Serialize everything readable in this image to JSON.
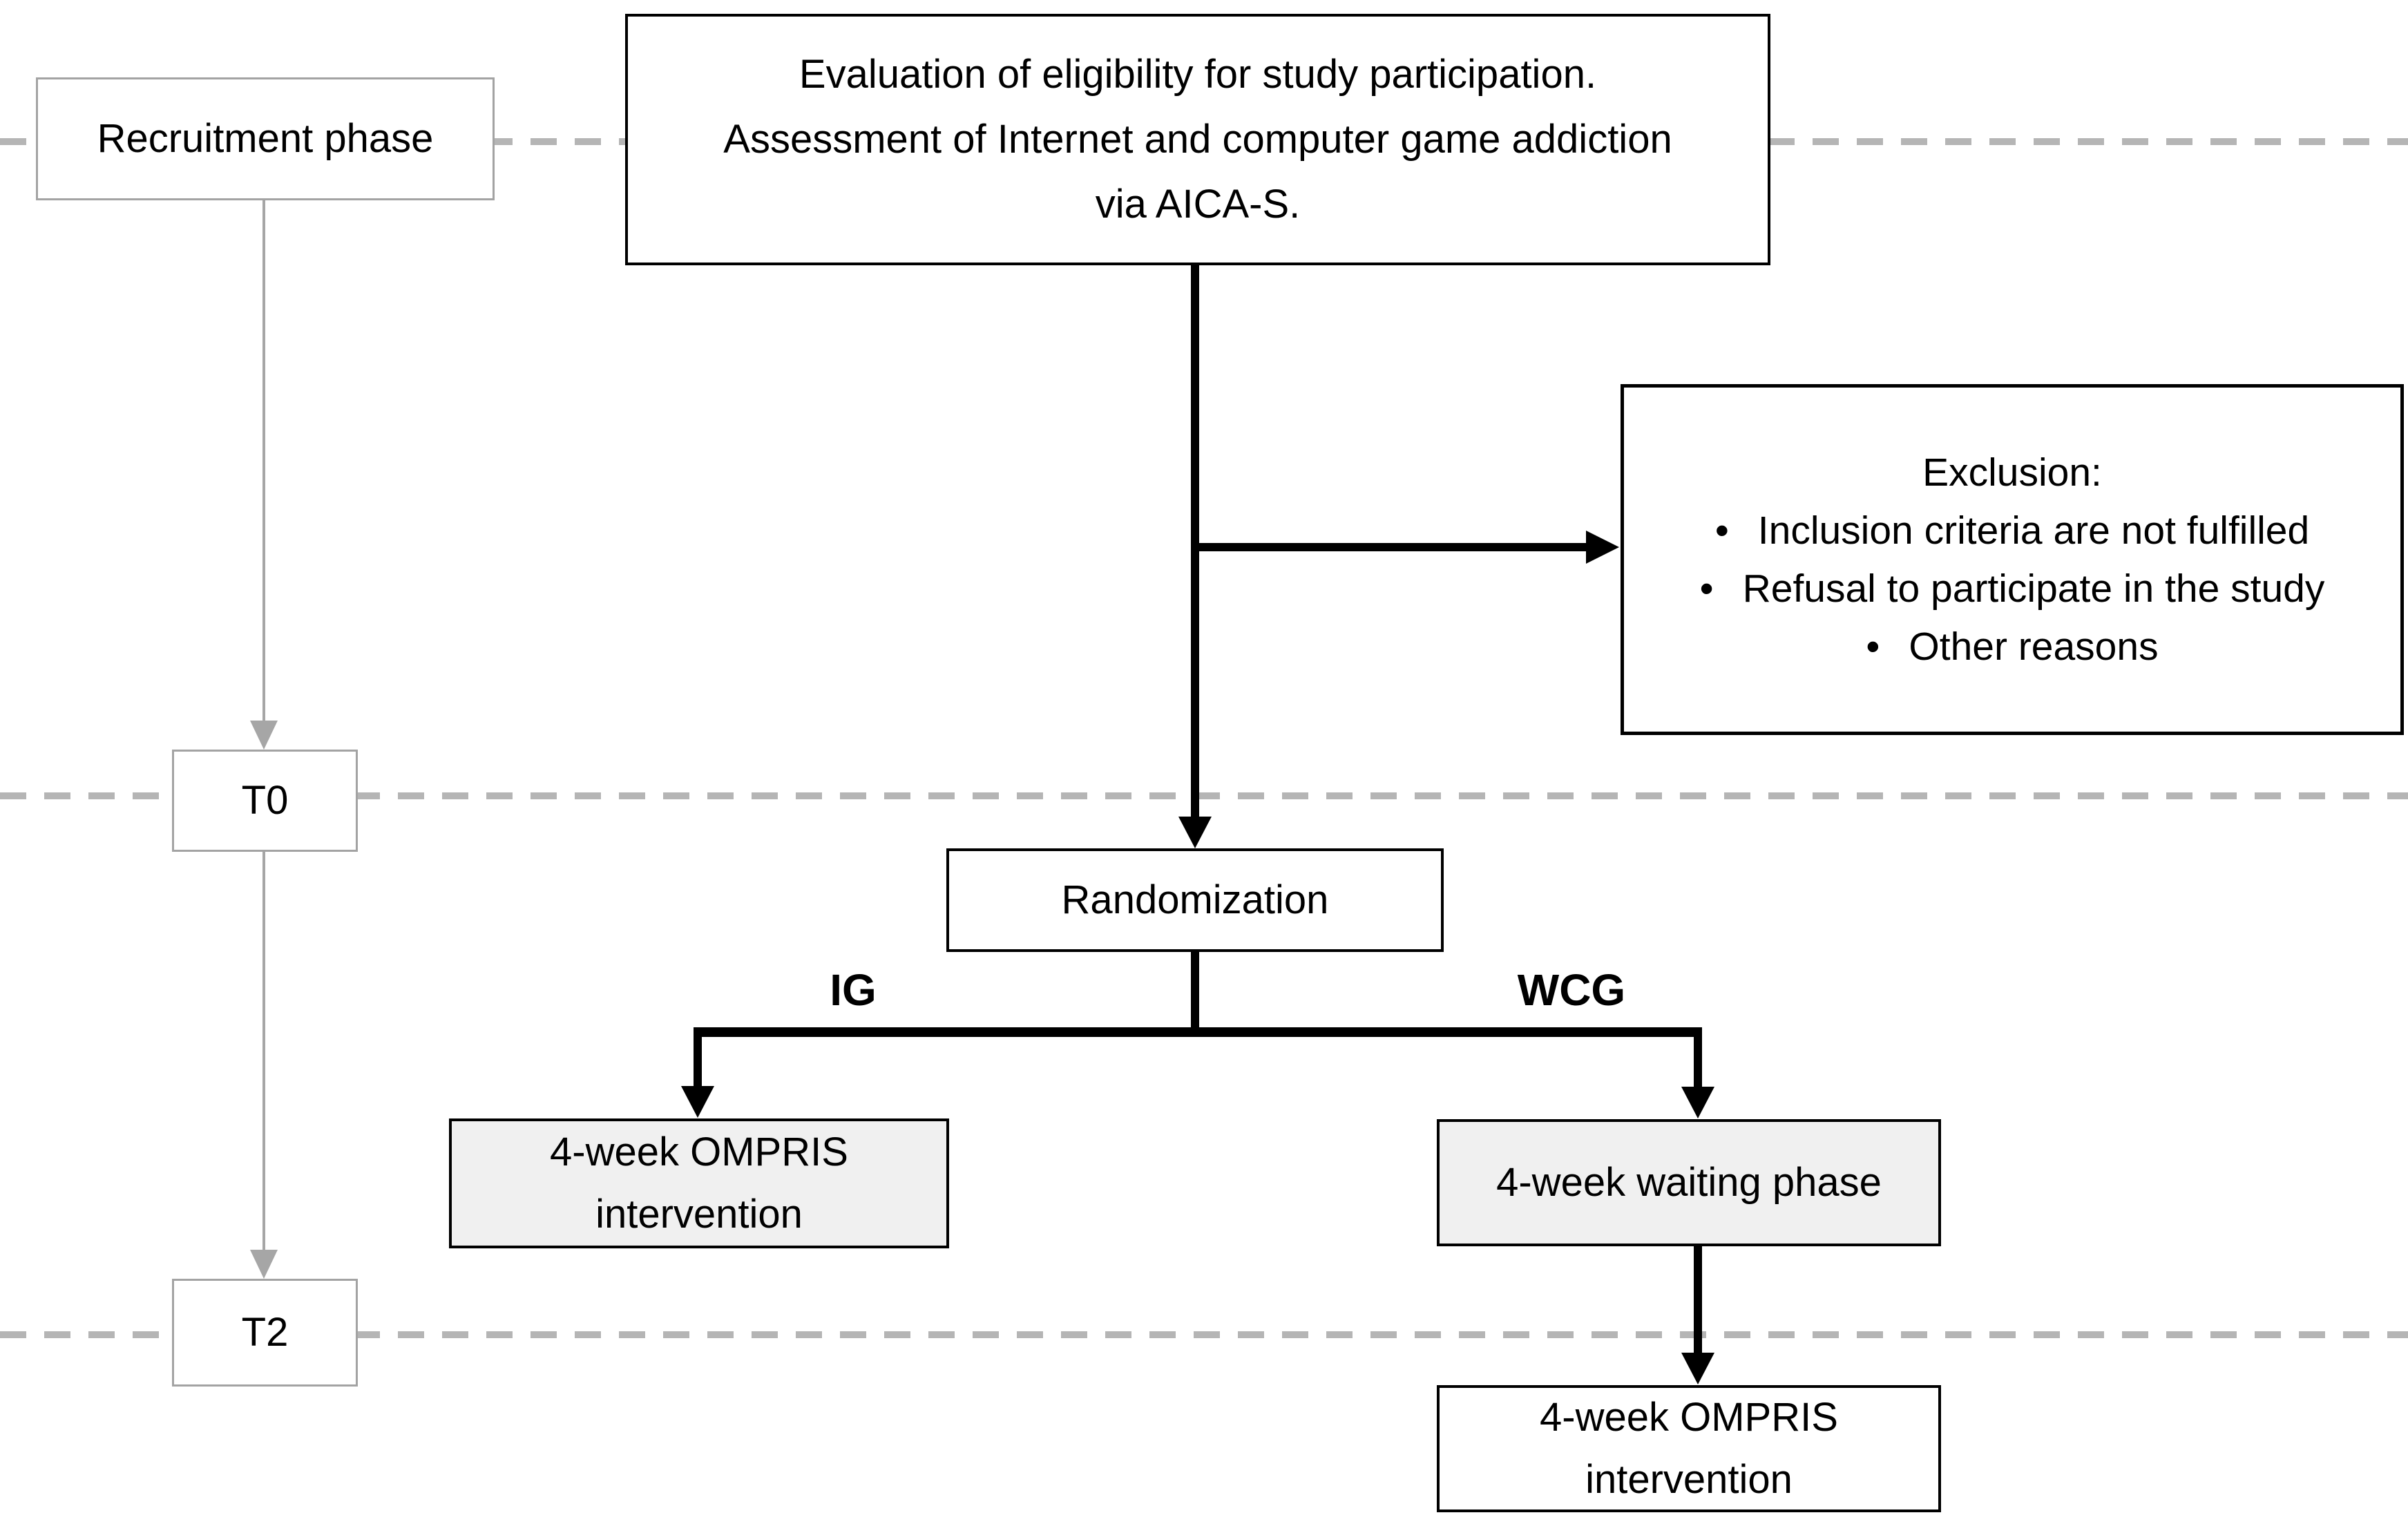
{
  "flowchart": {
    "eligibility_box": {
      "line1": "Evaluation of eligibility for study participation.",
      "line2": "Assessment of Internet and computer game addiction",
      "line3": "via AICA-S."
    },
    "recruitment_box": {
      "label": "Recruitment phase"
    },
    "exclusion_box": {
      "title": "Exclusion:",
      "bullet_char": "•",
      "items": [
        "Inclusion criteria are not fulfilled",
        "Refusal to participate in the study",
        "Other reasons"
      ]
    },
    "t0_box": {
      "label": "T0"
    },
    "randomization_box": {
      "label": "Randomization"
    },
    "branch_labels": {
      "ig": "IG",
      "wcg": "WCG"
    },
    "ig_intervention_box": {
      "line1": "4-week OMPRIS",
      "line2": "intervention"
    },
    "waiting_box": {
      "label": "4-week waiting phase"
    },
    "t2_box": {
      "label": "T2"
    },
    "wcg_intervention_box": {
      "line1": "4-week OMPRIS",
      "line2": "intervention"
    },
    "colors": {
      "line_black": "#000000",
      "timeline_gray": "#a6a6a6",
      "dash_gray": "#b5b5b5",
      "gray_border": "#a3a3a3",
      "gray_fill": "#f0f0f0",
      "text_color": "#000000"
    }
  }
}
